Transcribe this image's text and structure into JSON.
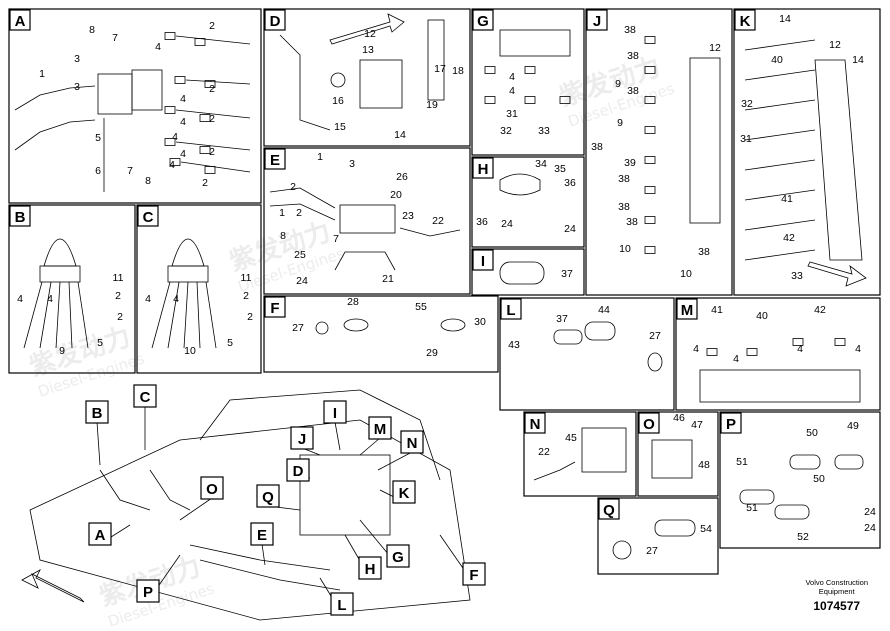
{
  "panels": [
    {
      "id": "A",
      "label": "A"
    },
    {
      "id": "B",
      "label": "B"
    },
    {
      "id": "C",
      "label": "C"
    },
    {
      "id": "D",
      "label": "D"
    },
    {
      "id": "E",
      "label": "E"
    },
    {
      "id": "F",
      "label": "F"
    },
    {
      "id": "G",
      "label": "G"
    },
    {
      "id": "H",
      "label": "H"
    },
    {
      "id": "I",
      "label": "I"
    },
    {
      "id": "J",
      "label": "J"
    },
    {
      "id": "K",
      "label": "K"
    },
    {
      "id": "L",
      "label": "L"
    },
    {
      "id": "M",
      "label": "M"
    },
    {
      "id": "N",
      "label": "N"
    },
    {
      "id": "O",
      "label": "O"
    },
    {
      "id": "P",
      "label": "P"
    },
    {
      "id": "Q",
      "label": "Q"
    }
  ],
  "callouts": {
    "A": [
      "8",
      "7",
      "2",
      "4",
      "3",
      "1",
      "3",
      "4",
      "2",
      "4",
      "4",
      "2",
      "4",
      "4",
      "2",
      "5",
      "6",
      "7",
      "8",
      "2"
    ],
    "B": [
      "4",
      "4",
      "11",
      "2",
      "2",
      "9",
      "5"
    ],
    "C": [
      "4",
      "4",
      "11",
      "2",
      "2",
      "10",
      "5"
    ],
    "D": [
      "12",
      "13",
      "16",
      "17",
      "18",
      "19",
      "15",
      "14"
    ],
    "E": [
      "1",
      "3",
      "26",
      "2",
      "20",
      "1",
      "2",
      "23",
      "22",
      "8",
      "7",
      "25",
      "24",
      "21"
    ],
    "F": [
      "28",
      "55",
      "27",
      "30",
      "29"
    ],
    "G": [
      "4",
      "4",
      "31",
      "32",
      "33"
    ],
    "H": [
      "34",
      "35",
      "36",
      "36",
      "24",
      "24"
    ],
    "I": [
      "37"
    ],
    "J": [
      "38",
      "12",
      "38",
      "9",
      "38",
      "9",
      "38",
      "39",
      "38",
      "38",
      "38",
      "10",
      "38",
      "10"
    ],
    "K": [
      "14",
      "12",
      "40",
      "14",
      "32",
      "31",
      "41",
      "42",
      "33"
    ],
    "L": [
      "37",
      "44",
      "43",
      "27"
    ],
    "M": [
      "41",
      "40",
      "42",
      "4",
      "4",
      "4",
      "4"
    ],
    "N": [
      "45",
      "22"
    ],
    "O": [
      "46",
      "47",
      "48"
    ],
    "P": [
      "50",
      "49",
      "51",
      "50",
      "51",
      "24",
      "52",
      "24"
    ],
    "Q": [
      "54",
      "27"
    ]
  },
  "overview": {
    "labels": [
      "B",
      "C",
      "I",
      "J",
      "M",
      "N",
      "D",
      "K",
      "O",
      "A",
      "Q",
      "E",
      "H",
      "G",
      "P",
      "L",
      "F"
    ]
  },
  "credit": {
    "company_line1": "Volvo Construction",
    "company_line2": "Equipment",
    "part_number": "1074577"
  },
  "watermark": {
    "cn": "紫发动力",
    "en": "Diesel-Engines"
  },
  "colors": {
    "line": "#000000",
    "background": "#ffffff",
    "watermark": "#969696"
  }
}
